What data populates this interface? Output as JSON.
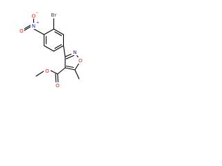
{
  "molecule": {
    "atoms": {
      "bromine": "Br",
      "nitro_nitrogen": "N",
      "nitro_charge": "+",
      "nitro_o_left": "O",
      "nitro_o_bottom": "O",
      "nitro_o_charge": "−",
      "ring_oxygen": "O",
      "ring_nitrogen": "N",
      "ester_o_carbonyl": "O",
      "ester_o_ether": "O"
    },
    "colors": {
      "bond": "#000000",
      "bromine": "#8b2b1e",
      "nitrogen": "#1e1ec8",
      "oxygen": "#e01a1a"
    }
  }
}
